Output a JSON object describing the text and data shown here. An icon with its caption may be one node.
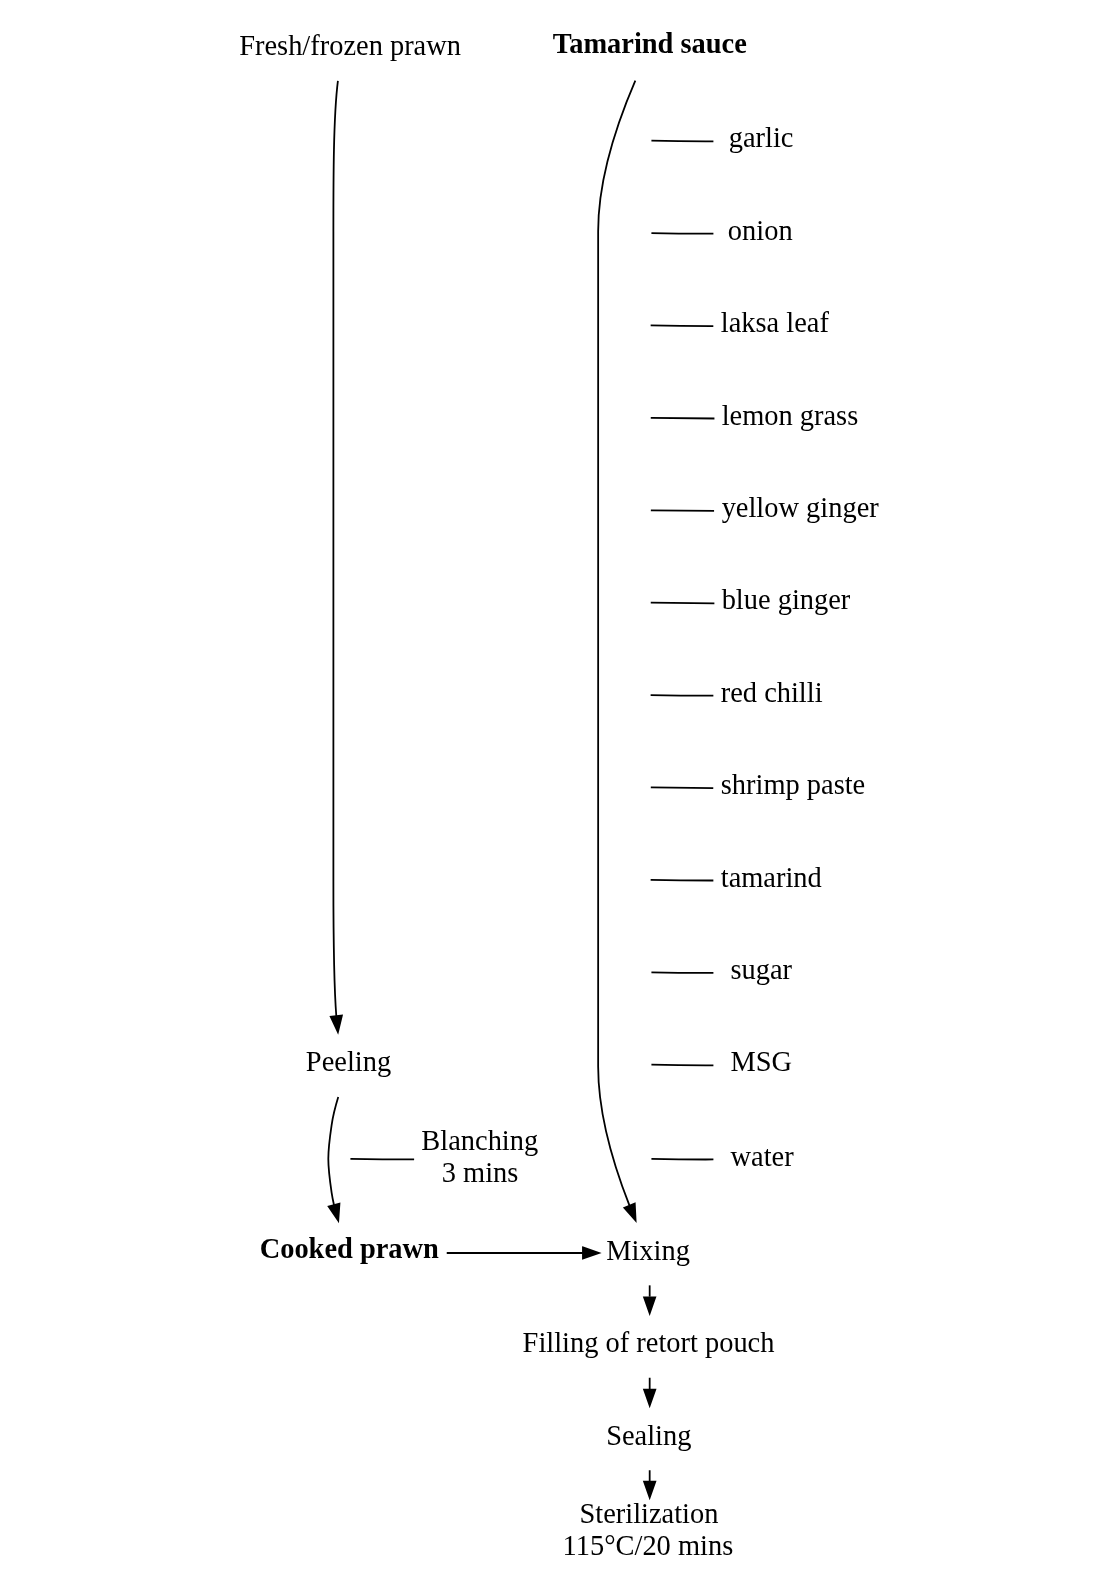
{
  "diagram": {
    "nodes": [
      {
        "text": [
          "Fresh/frozen prawn"
        ]
      },
      {
        "text": [
          "Peeling"
        ]
      },
      {
        "text": [
          "Blanching",
          "3 mins"
        ]
      },
      {
        "text": [
          "Cooked prawn"
        ]
      },
      {
        "text": [
          "Tamarind sauce"
        ]
      },
      {
        "text": [
          "garlic"
        ]
      },
      {
        "text": [
          "onion"
        ]
      },
      {
        "text": [
          "laksa leaf"
        ]
      },
      {
        "text": [
          "lemon grass"
        ]
      },
      {
        "text": [
          "yellow ginger"
        ]
      },
      {
        "text": [
          "blue ginger"
        ]
      },
      {
        "text": [
          "red chilli"
        ]
      },
      {
        "text": [
          "shrimp paste"
        ]
      },
      {
        "text": [
          "tamarind"
        ]
      },
      {
        "text": [
          "sugar"
        ]
      },
      {
        "text": [
          "MSG"
        ]
      },
      {
        "text": [
          "water"
        ]
      },
      {
        "text": [
          "Mixing"
        ]
      },
      {
        "text": [
          "Filling of retort pouch"
        ]
      },
      {
        "text": [
          "Sealing"
        ]
      },
      {
        "text": [
          "Sterilization",
          "115°C/20 mins"
        ]
      }
    ],
    "edges": [
      {
        "from": 0,
        "to": 1,
        "arrow": "to"
      },
      {
        "from": 1,
        "to": 3,
        "arrow": "to"
      },
      {
        "from": 2,
        "to": null,
        "arrow": "none"
      },
      {
        "from": 4,
        "to": 17,
        "arrow": "to"
      },
      {
        "from": 5,
        "to": null,
        "arrow": "none"
      },
      {
        "from": 6,
        "to": null,
        "arrow": "none"
      },
      {
        "from": 7,
        "to": null,
        "arrow": "none"
      },
      {
        "from": 8,
        "to": null,
        "arrow": "none"
      },
      {
        "from": 9,
        "to": null,
        "arrow": "none"
      },
      {
        "from": 10,
        "to": null,
        "arrow": "none"
      },
      {
        "from": 11,
        "to": null,
        "arrow": "none"
      },
      {
        "from": 12,
        "to": null,
        "arrow": "none"
      },
      {
        "from": 13,
        "to": null,
        "arrow": "none"
      },
      {
        "from": 14,
        "to": null,
        "arrow": "none"
      },
      {
        "from": 15,
        "to": null,
        "arrow": "none"
      },
      {
        "from": 16,
        "to": null,
        "arrow": "none"
      },
      {
        "from": 3,
        "to": 17,
        "arrow": "to"
      },
      {
        "from": 17,
        "to": 18,
        "arrow": "to"
      },
      {
        "from": 18,
        "to": 19,
        "arrow": "to"
      },
      {
        "from": 19,
        "to": 20,
        "arrow": "to"
      }
    ]
  }
}
